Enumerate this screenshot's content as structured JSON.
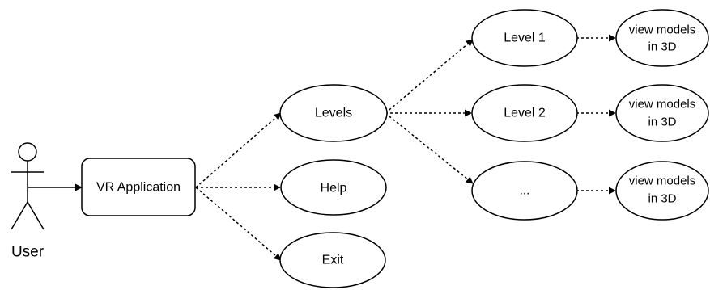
{
  "actor": {
    "label": "User"
  },
  "system": {
    "label": "VR Application"
  },
  "menu": {
    "levels": "Levels",
    "help": "Help",
    "exit": "Exit"
  },
  "levels": [
    {
      "label": "Level 1",
      "view_line1": "view models",
      "view_line2": "in 3D"
    },
    {
      "label": "Level 2",
      "view_line1": "view models",
      "view_line2": "in 3D"
    },
    {
      "label": "...",
      "view_line1": "view models",
      "view_line2": "in 3D"
    }
  ],
  "colors": {
    "stroke": "#000000",
    "fill": "#ffffff",
    "text": "#000000"
  }
}
